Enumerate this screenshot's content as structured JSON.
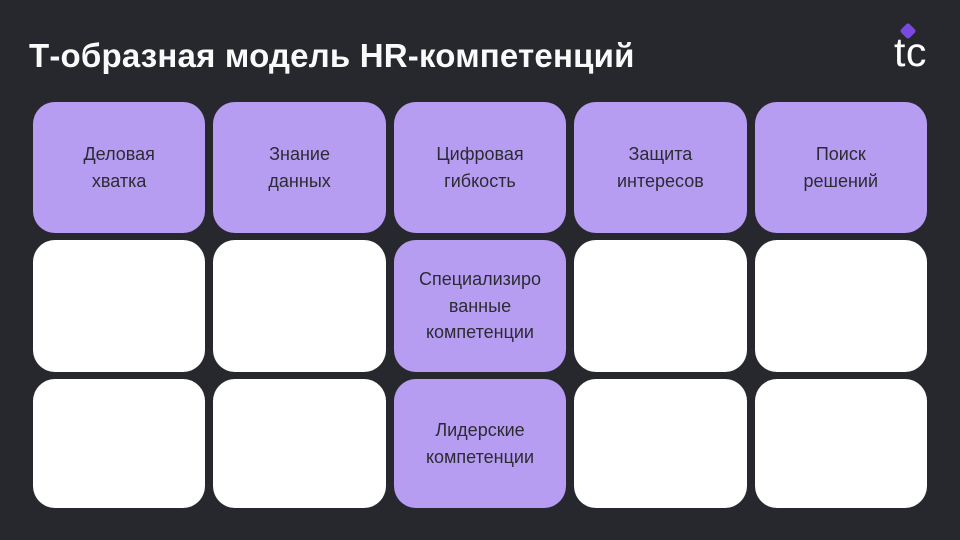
{
  "title": "Т-образная модель HR-компетенций",
  "logo": {
    "text": "tc",
    "diamond_icon": "purple-diamond"
  },
  "colors": {
    "background": "#26282d",
    "card_purple": "#b79df2",
    "card_white": "#ffffff",
    "card_text": "#2b2b33",
    "title_text": "#fafafa",
    "logo_diamond": "#7a49e2"
  },
  "grid": {
    "rows": [
      {
        "cells": [
          {
            "label": "Деловая\nхватка",
            "variant": "purple"
          },
          {
            "label": "Знание\nданных",
            "variant": "purple"
          },
          {
            "label": "Цифровая\nгибкость",
            "variant": "purple"
          },
          {
            "label": "Защита\nинтересов",
            "variant": "purple"
          },
          {
            "label": "Поиск\nрешений",
            "variant": "purple"
          }
        ]
      },
      {
        "cells": [
          {
            "label": "",
            "variant": "white"
          },
          {
            "label": "",
            "variant": "white"
          },
          {
            "label": "Специализиро\nванные\nкомпетенции",
            "variant": "purple"
          },
          {
            "label": "",
            "variant": "white"
          },
          {
            "label": "",
            "variant": "white"
          }
        ]
      },
      {
        "cells": [
          {
            "label": "",
            "variant": "white"
          },
          {
            "label": "",
            "variant": "white"
          },
          {
            "label": "Лидерские\nкомпетенции",
            "variant": "purple"
          },
          {
            "label": "",
            "variant": "white"
          },
          {
            "label": "",
            "variant": "white"
          }
        ]
      }
    ]
  }
}
